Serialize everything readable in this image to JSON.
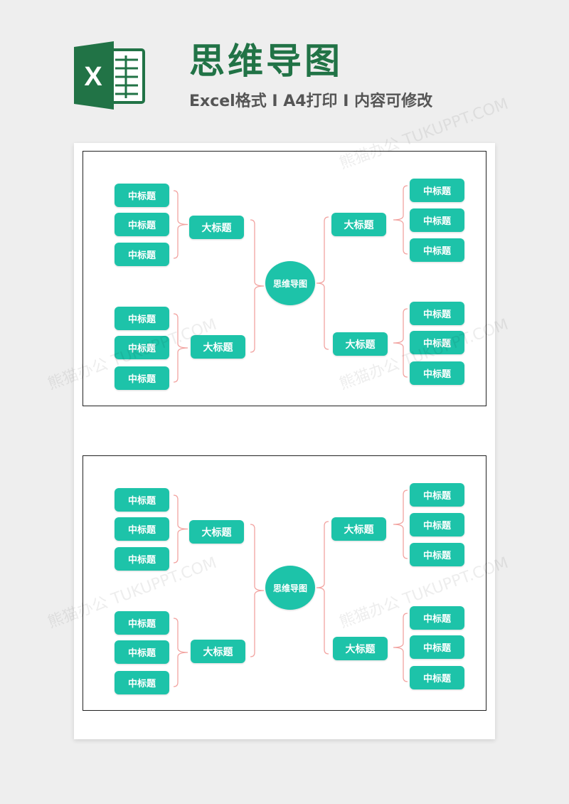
{
  "header": {
    "logo_letter": "X",
    "title": "思维导图",
    "subtitle": "Excel格式 I A4打印 I 内容可修改"
  },
  "colors": {
    "brand_green": "#217346",
    "node_teal": "#1dc3a9",
    "connector": "#f2a3a0"
  },
  "maps": [
    {
      "center": "思维导图",
      "left": [
        {
          "main": "大标题",
          "subs": [
            "中标题",
            "中标题",
            "中标题"
          ]
        },
        {
          "main": "大标题",
          "subs": [
            "中标题",
            "中标题",
            "中标题"
          ]
        }
      ],
      "right": [
        {
          "main": "大标题",
          "subs": [
            "中标题",
            "中标题",
            "中标题"
          ]
        },
        {
          "main": "大标题",
          "subs": [
            "中标题",
            "中标题",
            "中标题"
          ]
        }
      ]
    },
    {
      "center": "思维导图",
      "left": [
        {
          "main": "大标题",
          "subs": [
            "中标题",
            "中标题",
            "中标题"
          ]
        },
        {
          "main": "大标题",
          "subs": [
            "中标题",
            "中标题",
            "中标题"
          ]
        }
      ],
      "right": [
        {
          "main": "大标题",
          "subs": [
            "中标题",
            "中标题",
            "中标题"
          ]
        },
        {
          "main": "大标题",
          "subs": [
            "中标题",
            "中标题",
            "中标题"
          ]
        }
      ]
    }
  ],
  "watermark": "熊猫办公 TUKUPPT.COM"
}
